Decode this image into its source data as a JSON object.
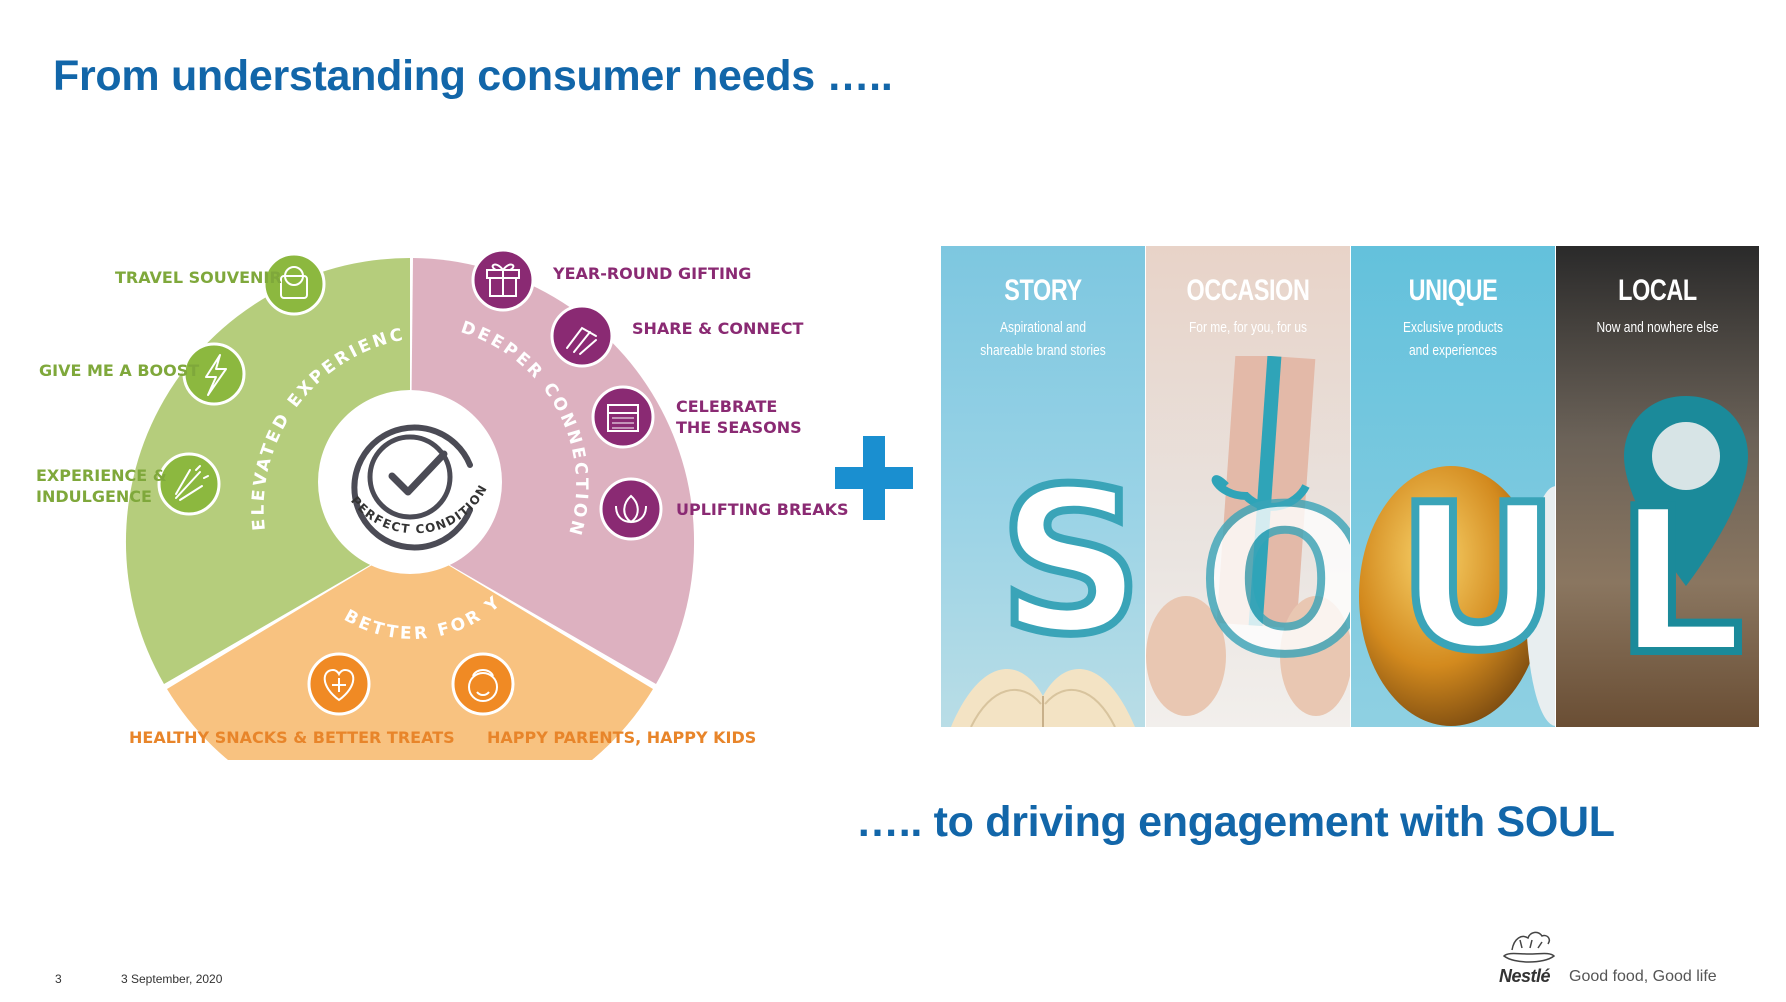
{
  "slide": {
    "title": "From understanding consumer needs …..",
    "subtitle": "….. to driving engagement with SOUL",
    "page_number": "3",
    "date": "3 September, 2020"
  },
  "wheel": {
    "center_label": "PERFECT CONDITION",
    "center_mark": "®",
    "segments": [
      {
        "label": "ELEVATED EXPERIENCES",
        "color": "#b5cd7c"
      },
      {
        "label": "DEEPER CONNECTIONS",
        "color": "#ddb1c0"
      },
      {
        "label": "BETTER FOR YOU",
        "color": "#f8c280"
      }
    ],
    "needs": {
      "travel_souvenir": "TRAVEL SOUVENIR",
      "give_me_a_boost": "GIVE ME A BOOST",
      "experience_1": "EXPERIENCE &",
      "experience_2": "INDULGENCE",
      "year_round_gifting": "YEAR-ROUND GIFTING",
      "share_connect": "SHARE & CONNECT",
      "celebrate_1": "CELEBRATE",
      "celebrate_2": "THE SEASONS",
      "uplifting_breaks": "UPLIFTING BREAKS",
      "healthy_snacks": "HEALTHY SNACKS & BETTER TREATS",
      "happy_parents": "HAPPY PARENTS, HAPPY KIDS"
    },
    "icon_colors": {
      "green": "#8cb83f",
      "purple": "#8a2a73",
      "orange": "#f08a24"
    }
  },
  "plus_color": "#1a8fd0",
  "soul": [
    {
      "title": "STORY",
      "sub1": "Aspirational and",
      "sub2": "shareable brand stories",
      "letter": "S"
    },
    {
      "title": "OCCASION",
      "sub1": "For me, for you, for us",
      "sub2": "",
      "letter": "O"
    },
    {
      "title": "UNIQUE",
      "sub1": "Exclusive products",
      "sub2": "and experiences",
      "letter": "U"
    },
    {
      "title": "LOCAL",
      "sub1": "Now and nowhere else",
      "sub2": "",
      "letter": "L"
    }
  ],
  "brand": {
    "name": "Nestlé",
    "tagline": "Good food, Good life"
  }
}
